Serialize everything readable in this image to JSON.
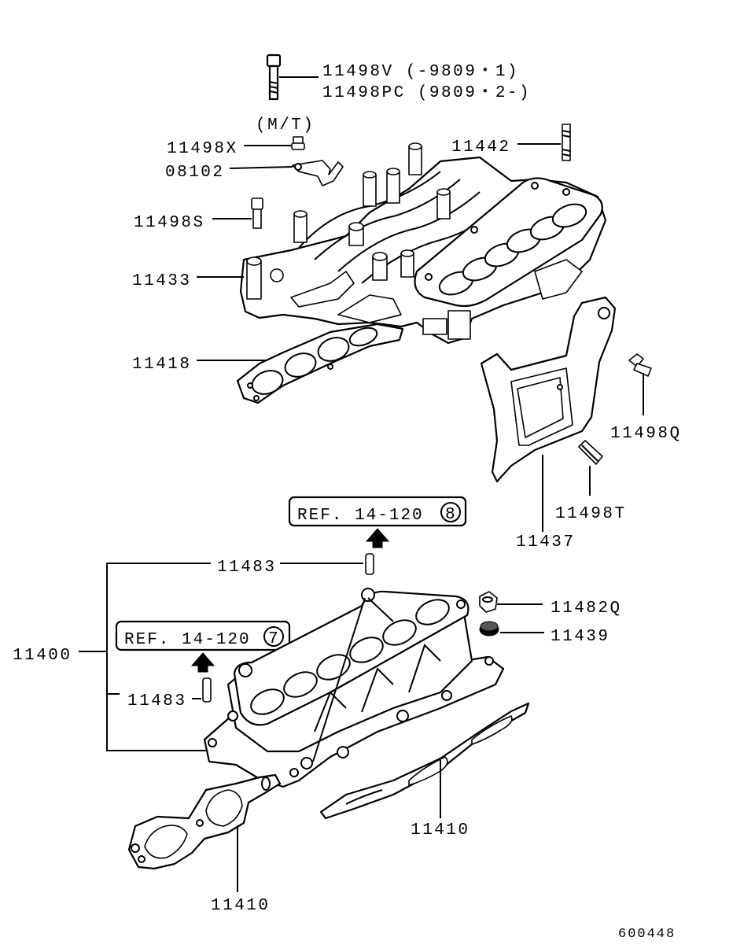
{
  "labels": {
    "l11498v": "11498V (-9809・1)",
    "l11498pc": "11498PC (9809・2-)",
    "mt": "(M/T)",
    "l11498x": "11498X",
    "l08102": "08102",
    "l11442": "11442",
    "l11498s": "11498S",
    "l11433": "11433",
    "l11418": "11418",
    "l11498q": "11498Q",
    "l11498t": "11498T",
    "l11437": "11437",
    "l11483_top": "11483",
    "l11400": "11400",
    "l11483_bottom": "11483",
    "l11482q": "11482Q",
    "l11439": "11439",
    "l11410_right": "11410",
    "l11410_left": "11410"
  },
  "refs": {
    "ref8": {
      "text": "REF. 14-120",
      "circle": "8"
    },
    "ref7": {
      "text": "REF. 14-120",
      "circle": "7"
    }
  },
  "figure_id": "600448"
}
